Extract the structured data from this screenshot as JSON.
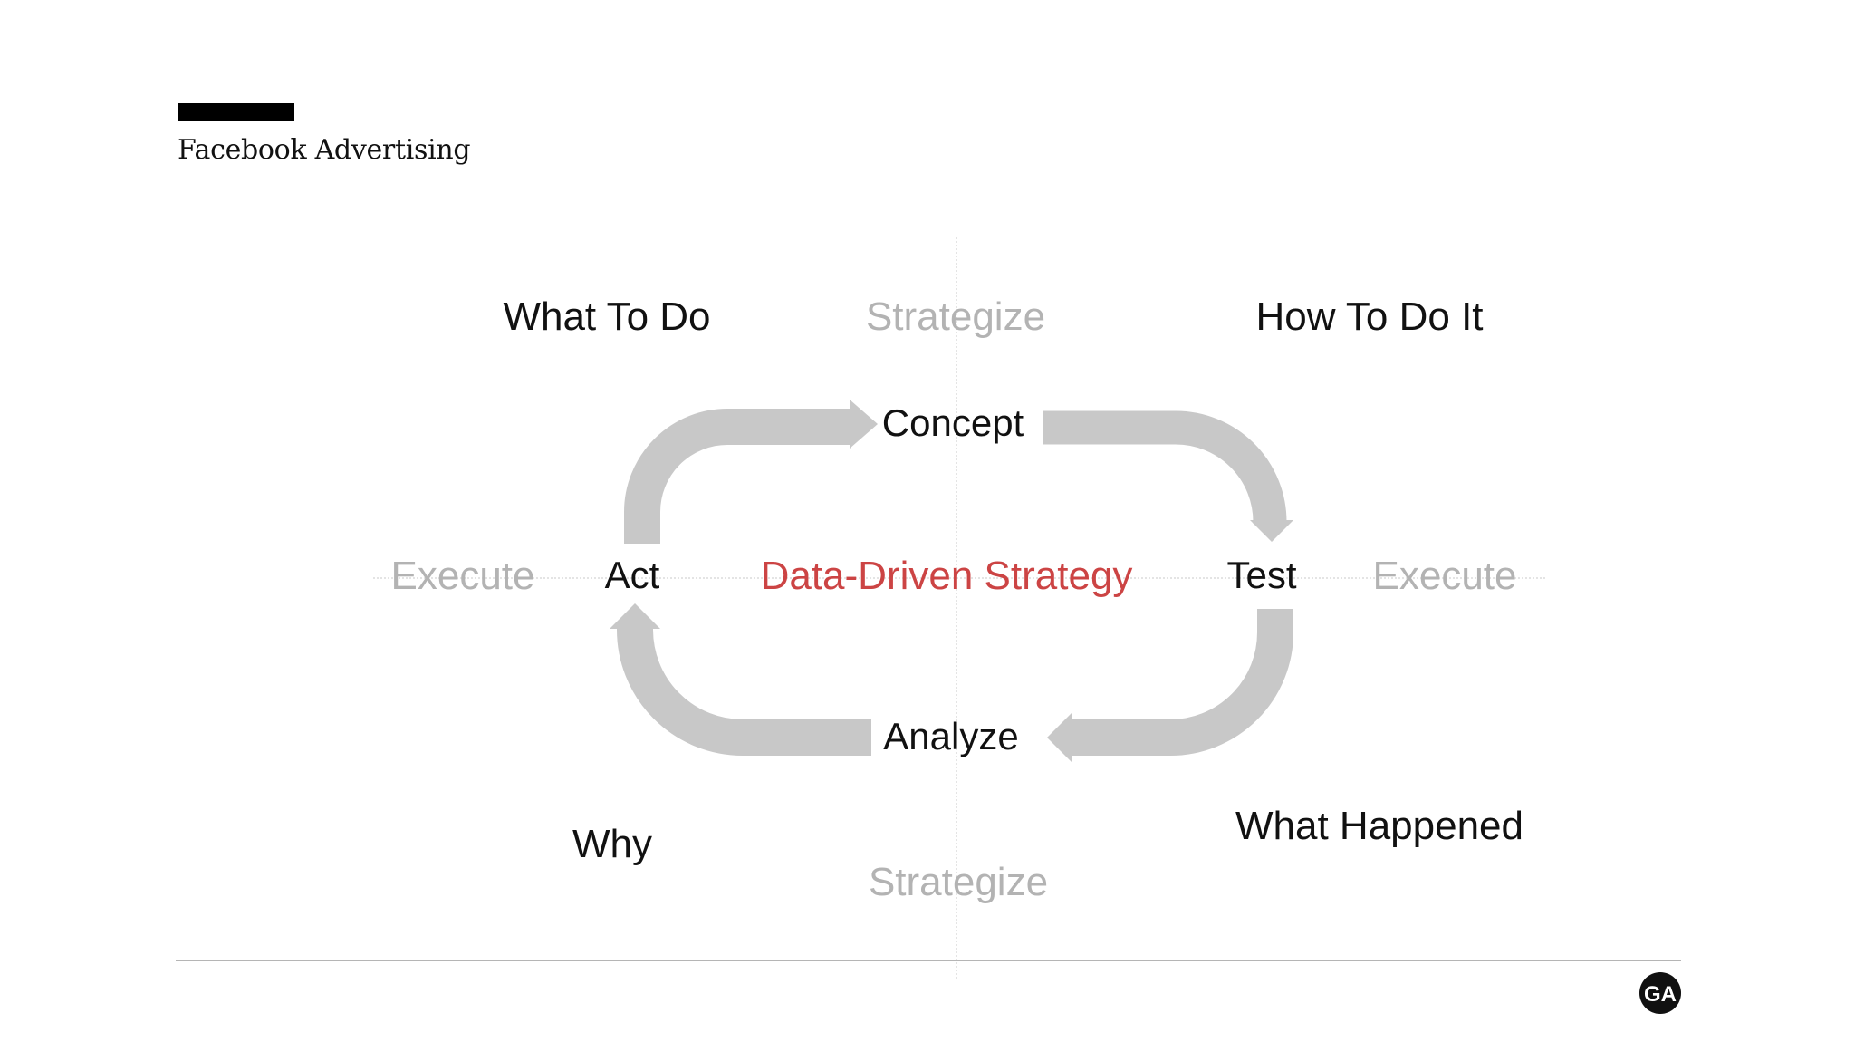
{
  "header": {
    "title": "Facebook Advertising"
  },
  "diagram": {
    "quadrants": {
      "top_left": "What To Do",
      "top_right": "How To Do It",
      "bottom_left": "Why",
      "bottom_right": "What Happened"
    },
    "axis_labels": {
      "top": "Strategize",
      "bottom": "Strategize",
      "left": "Execute",
      "right": "Execute"
    },
    "nodes": {
      "top": "Concept",
      "right": "Test",
      "bottom": "Analyze",
      "left": "Act"
    },
    "center": "Data-Driven Strategy"
  },
  "colors": {
    "arrow": "#c8c8c8",
    "center_text": "#cc4444",
    "faint_text": "#b3b3b3"
  },
  "footer": {
    "logo_text": "GA"
  }
}
